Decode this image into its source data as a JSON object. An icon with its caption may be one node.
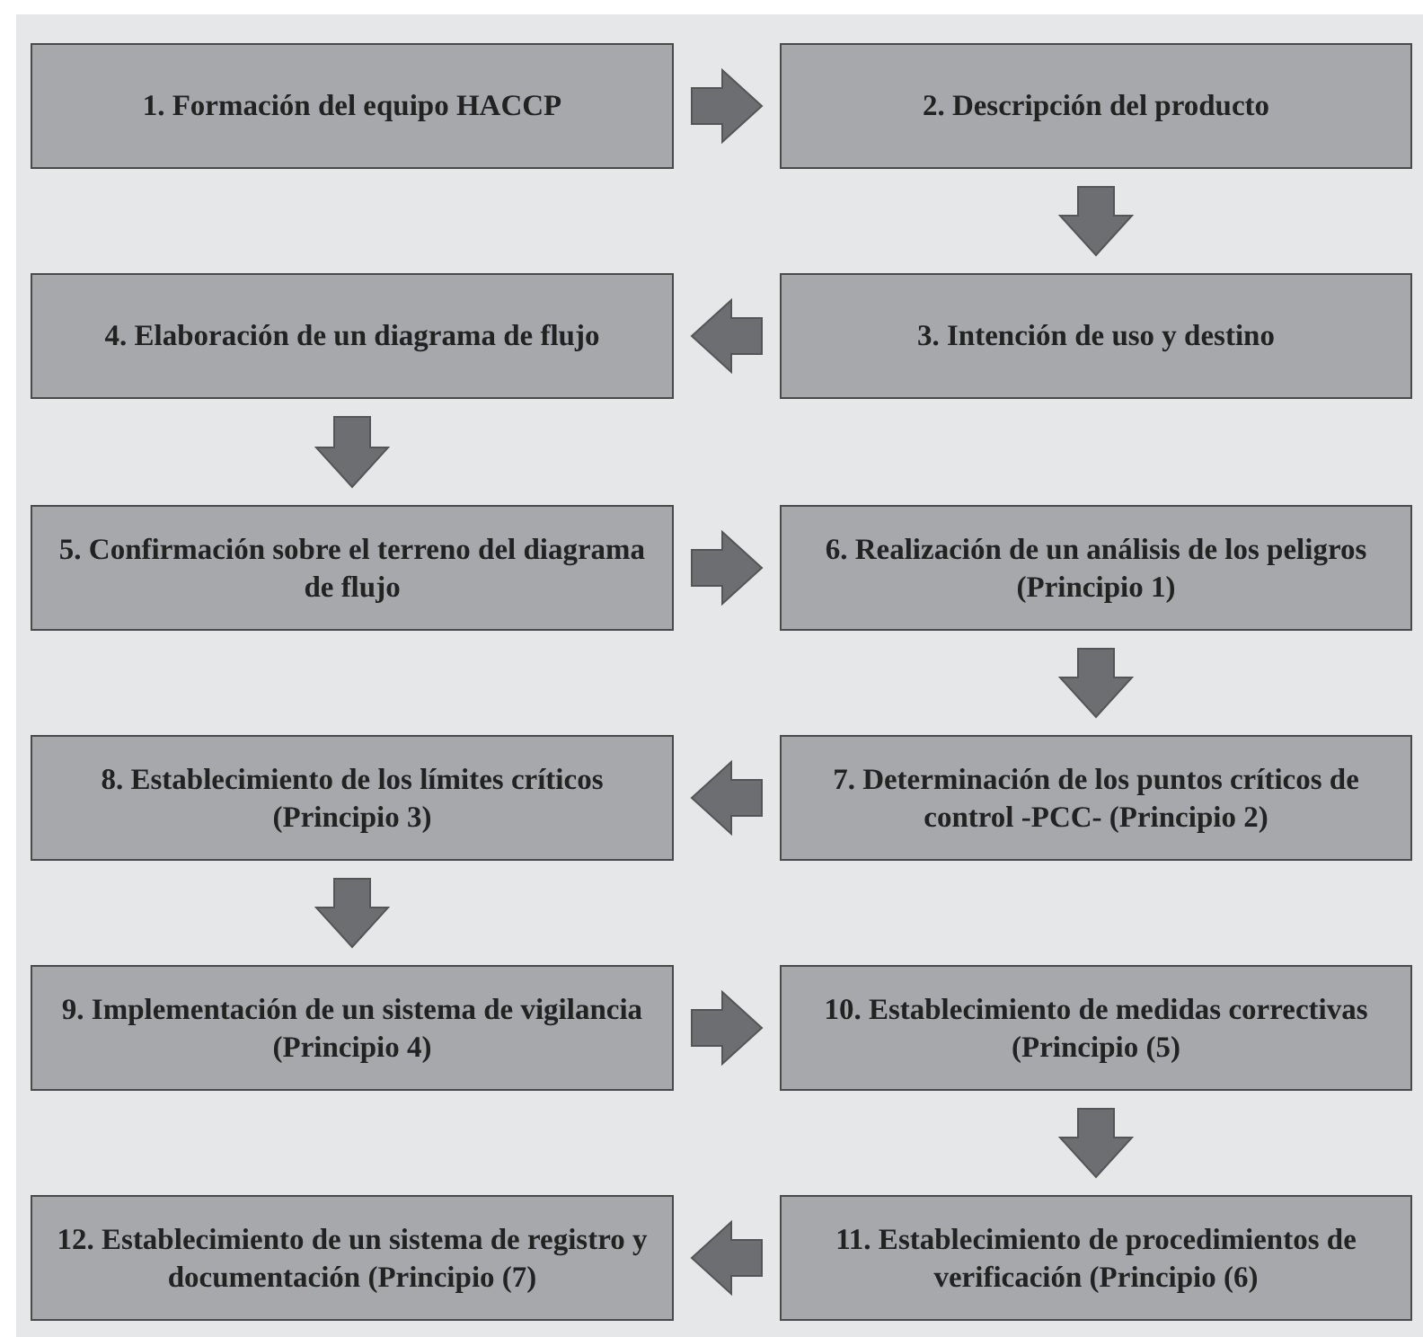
{
  "diagram": {
    "nodes": [
      {
        "text": [
          "1. Formación del equipo HACCP"
        ]
      },
      {
        "text": [
          "2. Descripción del producto"
        ]
      },
      {
        "text": [
          "3. Intención de uso y destino"
        ]
      },
      {
        "text": [
          "4. Elaboración de un diagrama de flujo"
        ]
      },
      {
        "text": [
          "5. Confirmación sobre el terreno del diagrama de flujo"
        ]
      },
      {
        "text": [
          "6. Realización de un análisis de los peligros (Principio 1)"
        ]
      },
      {
        "text": [
          "7. Determinación de los puntos críticos de control -PCC- (Principio 2)"
        ]
      },
      {
        "text": [
          "8. Establecimiento de los límites críticos (Principio 3)"
        ]
      },
      {
        "text": [
          "9. Implementación de un sistema de vigilancia (Principio 4)"
        ]
      },
      {
        "text": [
          "10. Establecimiento de medidas correctivas (Principio (5)"
        ]
      },
      {
        "text": [
          "11. Establecimiento de procedimientos de verificación (Principio (6)"
        ]
      },
      {
        "text": [
          "12. Establecimiento de un sistema de registro y documentación (Principio (7)"
        ]
      }
    ],
    "edges": [
      {
        "from": 0,
        "to": 1,
        "arrow": "to"
      },
      {
        "from": 1,
        "to": 2,
        "arrow": "to"
      },
      {
        "from": 2,
        "to": 3,
        "arrow": "to"
      },
      {
        "from": 3,
        "to": 4,
        "arrow": "to"
      },
      {
        "from": 4,
        "to": 5,
        "arrow": "to"
      },
      {
        "from": 5,
        "to": 6,
        "arrow": "to"
      },
      {
        "from": 6,
        "to": 7,
        "arrow": "to"
      },
      {
        "from": 7,
        "to": 8,
        "arrow": "to"
      },
      {
        "from": 8,
        "to": 9,
        "arrow": "to"
      },
      {
        "from": 9,
        "to": 10,
        "arrow": "to"
      },
      {
        "from": 10,
        "to": 11,
        "arrow": "to"
      }
    ]
  }
}
